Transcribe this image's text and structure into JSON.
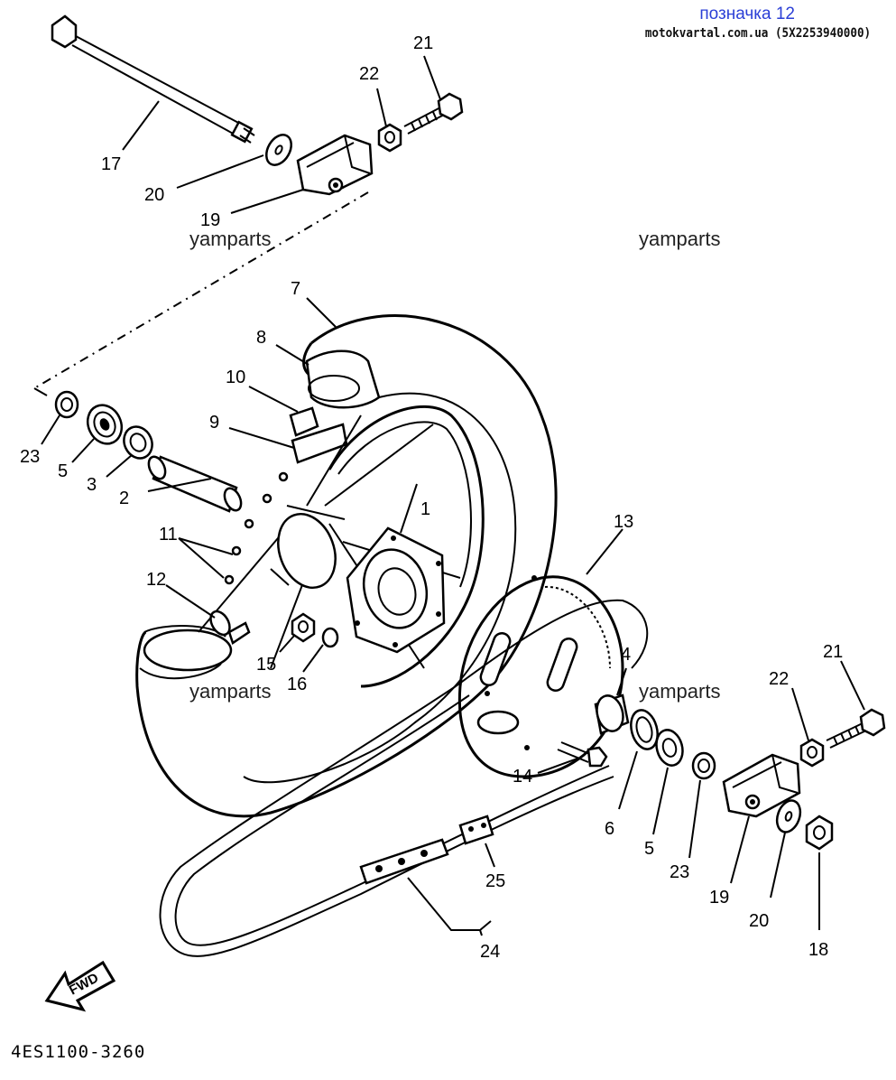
{
  "header": {
    "title": "позначка 12",
    "site": "motokvartal.com.ua (5X2253940000)"
  },
  "watermarks": [
    "yamparts",
    "yamparts",
    "yamparts",
    "yamparts"
  ],
  "diagram_code": "4ES1100-3260",
  "fwd_label": "FWD",
  "callouts": {
    "c1": "1",
    "c2": "2",
    "c3": "3",
    "c4": "4",
    "c5a": "5",
    "c5b": "5",
    "c6": "6",
    "c7": "7",
    "c8": "8",
    "c9": "9",
    "c10": "10",
    "c11": "11",
    "c12": "12",
    "c13": "13",
    "c14": "14",
    "c15": "15",
    "c16": "16",
    "c17": "17",
    "c18": "18",
    "c19a": "19",
    "c19b": "19",
    "c20a": "20",
    "c20b": "20",
    "c21a": "21",
    "c21b": "21",
    "c22a": "22",
    "c22b": "22",
    "c23a": "23",
    "c23b": "23",
    "c24": "24",
    "c25": "25"
  }
}
